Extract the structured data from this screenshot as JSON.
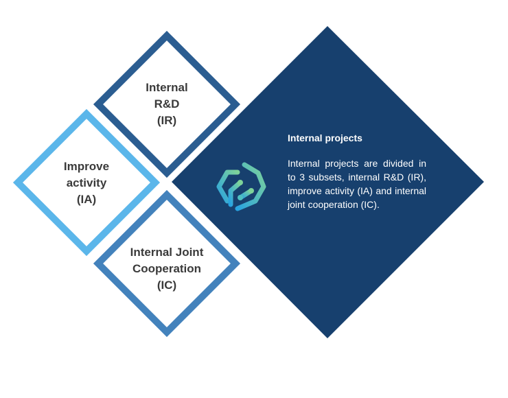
{
  "colors": {
    "dark_navy": "#17406e",
    "medium_blue": "#2b5d91",
    "light_blue": "#5bb6ea",
    "steel_blue": "#4382bc",
    "text_dark": "#3a3a3a",
    "text_white": "#ffffff",
    "logo_blue": "#29a3e0",
    "logo_green": "#7ed39a"
  },
  "diamonds": [
    {
      "id": "ir",
      "lines": [
        "Internal",
        "R&D",
        "(IR)"
      ]
    },
    {
      "id": "ia",
      "lines": [
        "Improve",
        "activity",
        "(IA)"
      ]
    },
    {
      "id": "ic",
      "lines": [
        "Internal Joint",
        "Cooperation",
        "(IC)"
      ]
    }
  ],
  "panel": {
    "title": "Internal projects",
    "body": "Internal projects are divided in to 3 subsets, internal R&D (IR), improve activity (IA) and internal joint cooperation (IC).",
    "logo_icon": "hexagon-circuit-logo-icon"
  }
}
